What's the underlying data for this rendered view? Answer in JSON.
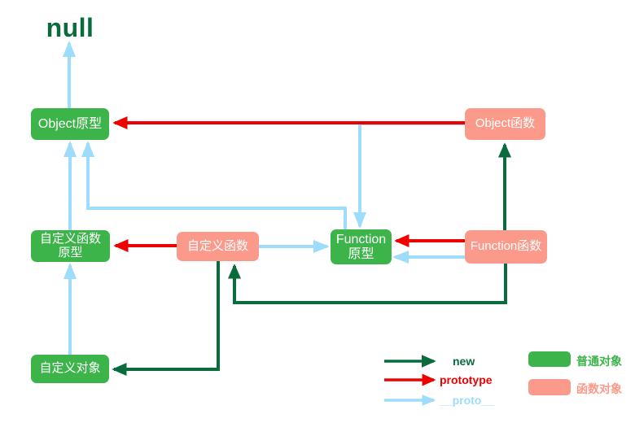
{
  "diagram": {
    "title_text": "null",
    "colors": {
      "plain_object": "#3cb44a",
      "function_object": "#fb9a8b",
      "new_arrow": "#0a6b3d",
      "prototype_arrow": "#ef0000",
      "proto_arrow": "#9ddcfa"
    },
    "nodes": [
      {
        "id": "object-proto",
        "label": "Object原型",
        "type": "plain"
      },
      {
        "id": "object-fn",
        "label": "Object函数",
        "type": "func"
      },
      {
        "id": "custom-fn-proto",
        "label": "自定义函数\n原型",
        "type": "plain"
      },
      {
        "id": "custom-fn",
        "label": "自定义函数",
        "type": "func"
      },
      {
        "id": "function-proto",
        "label": "Function\n原型",
        "type": "plain"
      },
      {
        "id": "function-fn",
        "label": "Function函数",
        "type": "func"
      },
      {
        "id": "custom-obj",
        "label": "自定义对象",
        "type": "plain"
      }
    ],
    "edges": [
      {
        "from": "object-fn",
        "to": "object-proto",
        "kind": "prototype"
      },
      {
        "from": "custom-fn",
        "to": "custom-fn-proto",
        "kind": "prototype"
      },
      {
        "from": "function-fn",
        "to": "function-proto",
        "kind": "prototype"
      },
      {
        "from": "object-proto",
        "to": "null",
        "kind": "proto"
      },
      {
        "from": "custom-fn-proto",
        "to": "object-proto",
        "kind": "proto"
      },
      {
        "from": "function-proto",
        "to": "object-proto",
        "kind": "proto"
      },
      {
        "from": "object-fn",
        "to": "function-proto",
        "kind": "proto"
      },
      {
        "from": "custom-fn",
        "to": "function-proto",
        "kind": "proto"
      },
      {
        "from": "function-fn",
        "to": "function-proto",
        "kind": "proto"
      },
      {
        "from": "custom-obj",
        "to": "custom-fn-proto",
        "kind": "proto"
      },
      {
        "from": "function-fn",
        "to": "object-fn",
        "kind": "new"
      },
      {
        "from": "function-fn",
        "to": "custom-fn",
        "kind": "new"
      },
      {
        "from": "custom-fn",
        "to": "custom-obj",
        "kind": "new"
      }
    ]
  },
  "legend": {
    "arrows": [
      {
        "id": "new",
        "label": "new"
      },
      {
        "id": "proto",
        "label": "prototype"
      },
      {
        "id": "dunder",
        "label": "__proto__"
      }
    ],
    "swatches": [
      {
        "id": "plain",
        "label": "普通对象"
      },
      {
        "id": "func",
        "label": "函数对象"
      }
    ]
  }
}
